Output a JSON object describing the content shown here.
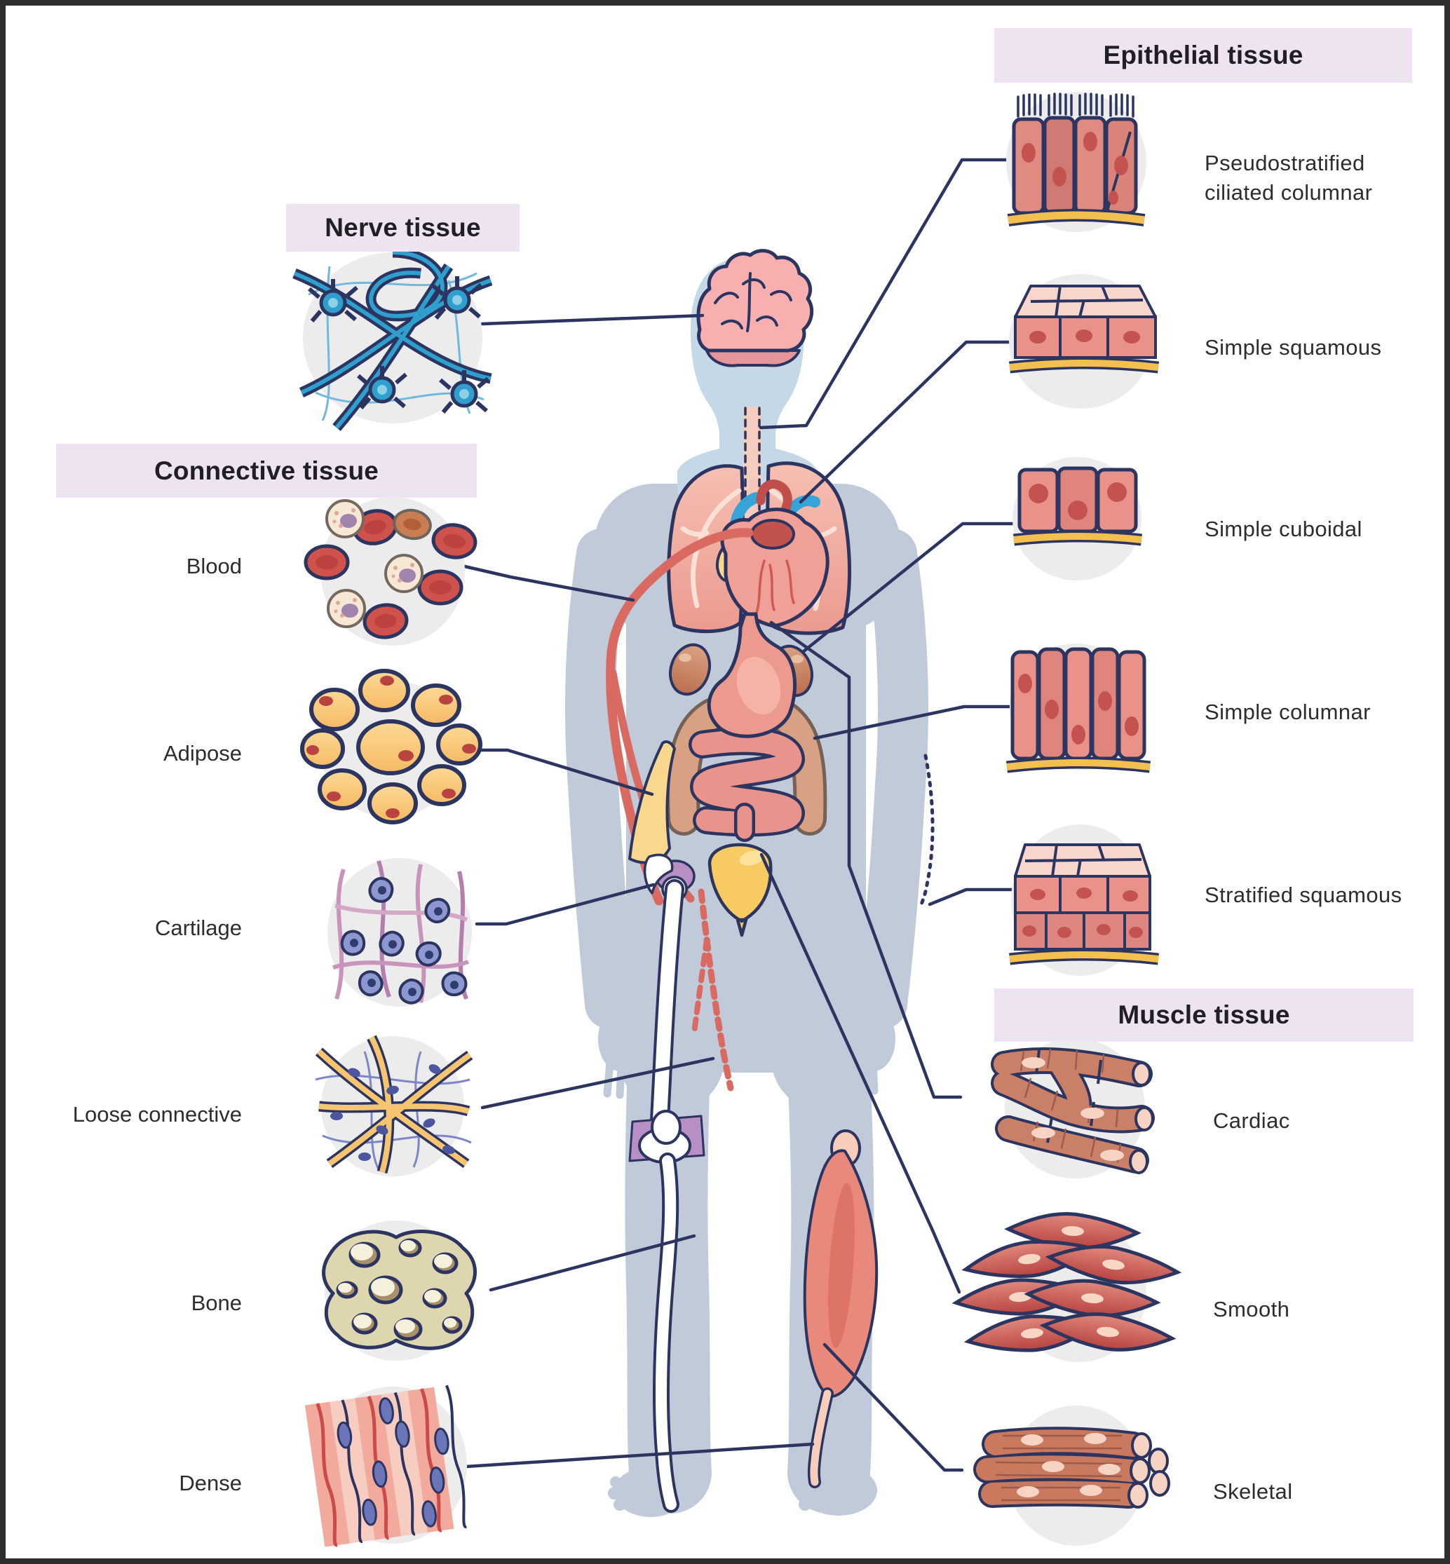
{
  "canvas": {
    "background": "#ffffff",
    "frame_color": "#2e2e2e"
  },
  "palette": {
    "outline_navy": "#2c3460",
    "header_bg": "#ede3f1",
    "header_text": "#1f1f24",
    "label_text": "#2d2d31",
    "body_silhouette": "#c1cad8",
    "head_tint": "#c4d8e8",
    "backdrop_circle": "#ececec",
    "epithelium_salmon": "#e8928a",
    "basement_membrane_yellow": "#f3c04f",
    "nucleus_red": "#c4524e",
    "blood_red": "#d0524c",
    "adipose_yellow": "#f8c877",
    "cartilage_blue": "#8d97d0",
    "bone_tan": "#ded6ae",
    "muscle_brown": "#c98066",
    "smooth_red": "#c8524e",
    "nerve_blue": "#2f9fce",
    "cartilage_purple": "#b78fc4"
  },
  "sections": {
    "nerve": {
      "header": "Nerve tissue"
    },
    "connective": {
      "header": "Connective tissue",
      "items": [
        {
          "label": "Blood"
        },
        {
          "label": "Adipose"
        },
        {
          "label": "Cartilage"
        },
        {
          "label": "Loose connective"
        },
        {
          "label": "Bone"
        },
        {
          "label": "Dense"
        }
      ]
    },
    "epithelial": {
      "header": "Epithelial tissue",
      "items": [
        {
          "label": "Pseudostratified ciliated columnar"
        },
        {
          "label": "Simple squamous"
        },
        {
          "label": "Simple cuboidal"
        },
        {
          "label": "Simple columnar"
        },
        {
          "label": "Stratified squamous"
        }
      ]
    },
    "muscle": {
      "header": "Muscle tissue",
      "items": [
        {
          "label": "Cardiac"
        },
        {
          "label": "Smooth"
        },
        {
          "label": "Skeletal"
        }
      ]
    }
  }
}
